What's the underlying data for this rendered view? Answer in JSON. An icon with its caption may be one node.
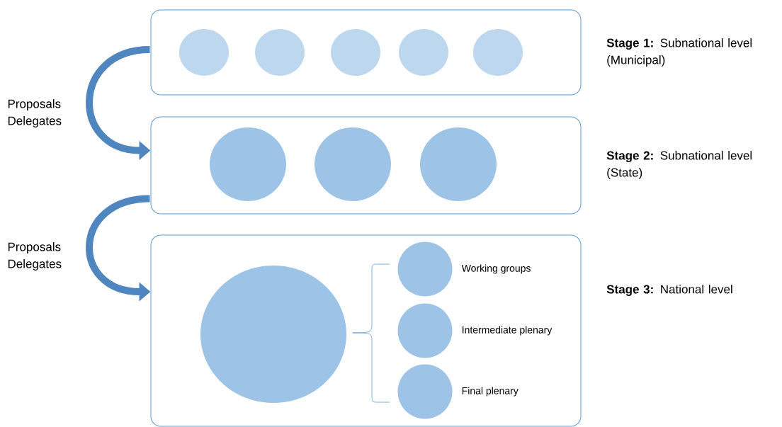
{
  "diagram": {
    "nodes": [
      {
        "text": [
          "**Stage 1:** Subnational level (Municipal)"
        ]
      },
      {
        "text": [],
        "shape": "circle",
        "in": 0
      },
      {
        "text": [],
        "shape": "circle",
        "in": 0
      },
      {
        "text": [],
        "shape": "circle",
        "in": 0
      },
      {
        "text": [],
        "shape": "circle",
        "in": 0
      },
      {
        "text": [],
        "shape": "circle",
        "in": 0
      },
      {
        "text": [
          "**Stage 2:** Subnational level (State)"
        ]
      },
      {
        "text": [],
        "shape": "circle",
        "in": 6
      },
      {
        "text": [],
        "shape": "circle",
        "in": 6
      },
      {
        "text": [],
        "shape": "circle",
        "in": 6
      },
      {
        "text": [
          "**Stage 3:** National level"
        ]
      },
      {
        "text": [],
        "shape": "circle",
        "in": 10
      },
      {
        "text": [],
        "shape": "circle",
        "in": 10,
        "beside": [
          "Working groups"
        ]
      },
      {
        "text": [],
        "shape": "circle",
        "in": 10,
        "beside": [
          "Intermediate plenary"
        ]
      },
      {
        "text": [],
        "shape": "circle",
        "in": 10,
        "beside": [
          "Final plenary"
        ]
      }
    ],
    "edges": [
      {
        "from": 0,
        "to": 6,
        "arrow": "to",
        "label": "Proposals Delegates"
      },
      {
        "from": 6,
        "to": 10,
        "arrow": "to",
        "label": "Proposals Delegates"
      }
    ]
  }
}
